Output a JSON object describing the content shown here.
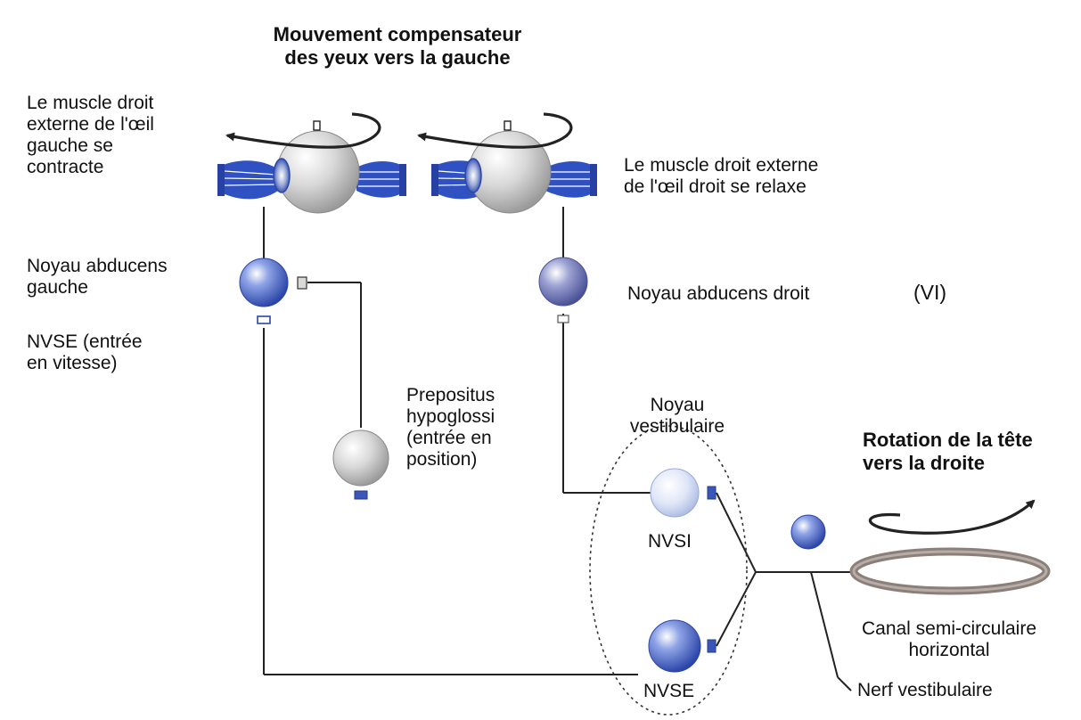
{
  "title": {
    "line1": "Mouvement compensateur",
    "line2": "des yeux vers la gauche"
  },
  "labels": {
    "left_eye_line1": "Le muscle droit",
    "left_eye_line2": "externe de l'œil",
    "left_eye_line3": "gauche se",
    "left_eye_line4": "contracte",
    "right_eye_line1": "Le muscle droit externe",
    "right_eye_line2": "de l'œil droit se relaxe",
    "noyau_gauche_line1": "Noyau abducens",
    "noyau_gauche_line2": "gauche",
    "noyau_droit": "Noyau abducens droit",
    "vi": "(VI)",
    "nvse_input_line1": "NVSE (entrée",
    "nvse_input_line2": "en vitesse)",
    "prepositus_line1": "Prepositus",
    "prepositus_line2": "hypoglossi",
    "prepositus_line3": "(entrée en",
    "prepositus_line4": "position)",
    "vestibulaire_line1": "Noyau",
    "vestibulaire_line2": "vestibulaire",
    "rotation_line1": "Rotation de la tête",
    "rotation_line2": "vers la droite",
    "nvsi": "NVSI",
    "nvse": "NVSE",
    "canal_line1": "Canal semi-circulaire",
    "canal_line2": "horizontal",
    "nerf": "Nerf vestibulaire"
  },
  "colors": {
    "nucleus_blue": "#3a56b8",
    "nucleus_purple": "#5d64a8",
    "nucleus_light": "#c9d3ee",
    "eyeball": "#d4d4d4",
    "muscle": "#2f51c2",
    "canal": "#8b7f79",
    "line": "#222222"
  }
}
